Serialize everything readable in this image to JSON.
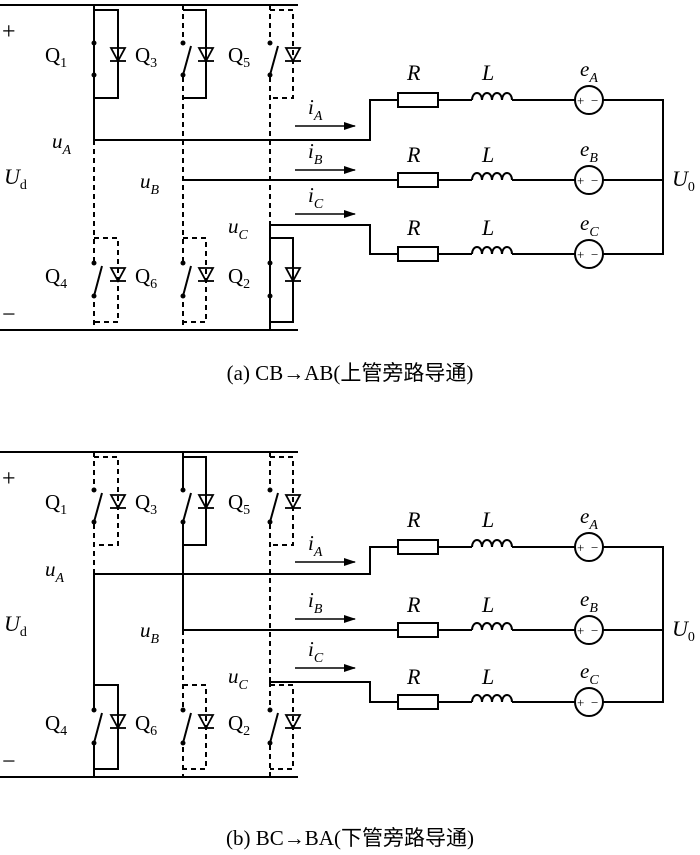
{
  "panels": [
    {
      "caption": "(a) CB→AB(上管旁路导通)",
      "labels": {
        "plus": "+",
        "minus": "−",
        "ud": "U",
        "ud_sub": "d",
        "q1": "Q",
        "q1_sub": "1",
        "q3": "Q",
        "q3_sub": "3",
        "q5": "Q",
        "q5_sub": "5",
        "q4": "Q",
        "q4_sub": "4",
        "q6": "Q",
        "q6_sub": "6",
        "q2": "Q",
        "q2_sub": "2",
        "ua": "u",
        "ua_sub": "A",
        "ub": "u",
        "ub_sub": "B",
        "uc": "u",
        "uc_sub": "C",
        "ia": "i",
        "ia_sub": "A",
        "ib": "i",
        "ib_sub": "B",
        "ic": "i",
        "ic_sub": "C",
        "r": "R",
        "l": "L",
        "ea": "e",
        "ea_sub": "A",
        "eb": "e",
        "eb_sub": "B",
        "ec": "e",
        "ec_sub": "C",
        "u0": "U",
        "u0_sub": "0"
      }
    },
    {
      "caption": "(b) BC→BA(下管旁路导通)",
      "labels": {
        "plus": "+",
        "minus": "−",
        "ud": "U",
        "ud_sub": "d",
        "q1": "Q",
        "q1_sub": "1",
        "q3": "Q",
        "q3_sub": "3",
        "q5": "Q",
        "q5_sub": "5",
        "q4": "Q",
        "q4_sub": "4",
        "q6": "Q",
        "q6_sub": "6",
        "q2": "Q",
        "q2_sub": "2",
        "ua": "u",
        "ua_sub": "A",
        "ub": "u",
        "ub_sub": "B",
        "uc": "u",
        "uc_sub": "C",
        "ia": "i",
        "ia_sub": "A",
        "ib": "i",
        "ib_sub": "B",
        "ic": "i",
        "ic_sub": "C",
        "r": "R",
        "l": "L",
        "ea": "e",
        "ea_sub": "A",
        "eb": "e",
        "eb_sub": "B",
        "ec": "e",
        "ec_sub": "C",
        "u0": "U",
        "u0_sub": "0"
      }
    }
  ],
  "emf_symbols": {
    "plus": "+",
    "minus": "−"
  },
  "colors": {
    "ink": "#000000",
    "background": "#ffffff"
  }
}
